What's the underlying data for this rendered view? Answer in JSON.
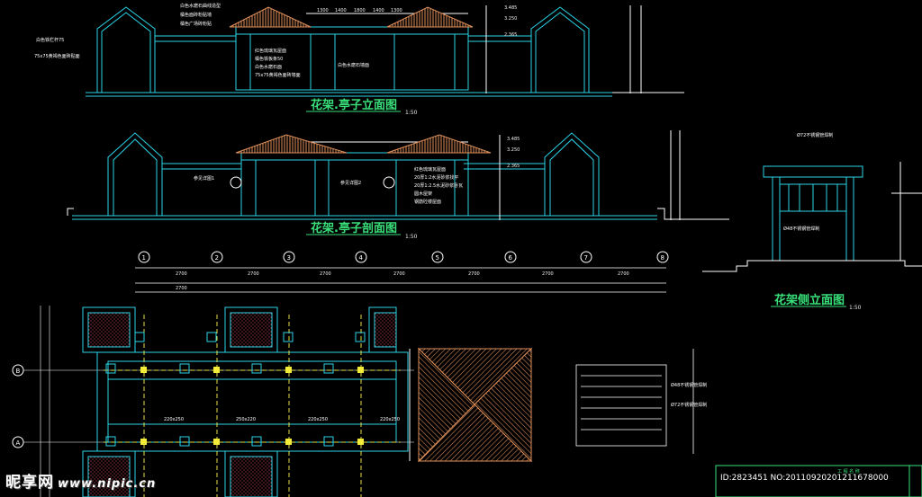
{
  "titles": {
    "elevation": "花架.亭子立面图",
    "section": "花架.亭子剖面图",
    "side": "花架侧立面图"
  },
  "scales": {
    "elevation": "1:50",
    "section": "1:50",
    "side": "1:50"
  },
  "elevation_notes": [
    "白色水磨石曲线造型",
    "橘色面砖粉贴墙",
    "橘色广场砖粉贴",
    "白色铁栏杆75",
    "75x75黄褐色面砖贴面",
    "红色琉璃瓦屋面",
    "橘色铁板条50",
    "白色水磨石面",
    "75x75黄褐色面砖墙面",
    "白色水磨石墙面"
  ],
  "section_notes": [
    "红色琉璃瓦屋面",
    "20厚1:2水泥砂浆找平",
    "20厚1:2.5水泥砂浆卧瓦",
    "圆木屋架",
    "钢筋砼楼屋面",
    "参见详图1",
    "参见详图2"
  ],
  "side_notes": [
    "Ø72不锈钢管焊制",
    "Ø48不锈钢管焊制"
  ],
  "plan_notes": [
    "Ø48不锈钢管焊制",
    "Ø72不锈钢管焊制"
  ],
  "col_labels": [
    "220x250",
    "250x220",
    "220x250",
    "220x250"
  ],
  "grid_axes": [
    "1",
    "2",
    "3",
    "4",
    "5",
    "6",
    "7",
    "8"
  ],
  "row_axes": [
    "B",
    "A"
  ],
  "axis_dims": [
    "2700",
    "2700",
    "2700",
    "2700",
    "2700",
    "2700",
    "2700",
    "2700"
  ],
  "levels": [
    "3.485",
    "3.250",
    "2.365",
    "3.485",
    "3.250",
    "2.365"
  ],
  "roof_dims": [
    "1300",
    "1400",
    "1800",
    "1400",
    "1300"
  ],
  "watermark": {
    "site_name": "昵享网",
    "url": "www.nipic.cn"
  },
  "image_id": "ID:2823451 NO:20110920201211678000",
  "title_block": "工 程 名 称"
}
